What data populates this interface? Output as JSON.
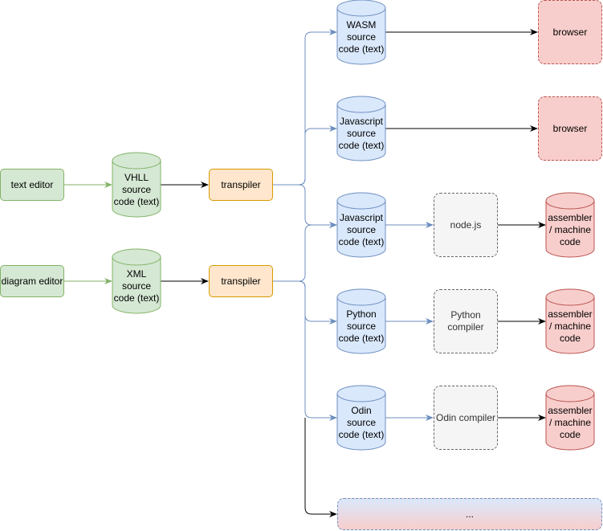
{
  "sources": {
    "text_editor": "text editor",
    "diagram_editor": "diagram editor",
    "vhll_source": "VHLL\nsource\ncode (text)",
    "xml_source": "XML\nsource\ncode (text)",
    "transpiler_1": "transpiler",
    "transpiler_2": "transpiler"
  },
  "targets": {
    "wasm_source": "WASM\nsource\ncode (text)",
    "js_source_browser": "Javascript\nsource\ncode (text)",
    "js_source_node": "Javascript\nsource\ncode (text)",
    "python_source": "Python\nsource\ncode (text)",
    "odin_source": "Odin\nsource\ncode (text)",
    "more": "..."
  },
  "runtimes": {
    "browser_1": "browser",
    "browser_2": "browser",
    "nodejs": "node.js",
    "python_compiler": "Python\ncompiler",
    "odin_compiler": "Odin compiler",
    "asm_1": "assembler\n/ machine\ncode",
    "asm_2": "assembler\n/ machine\ncode",
    "asm_3": "assembler\n/ machine\ncode"
  },
  "colors": {
    "green_fill": "#d5e8d4",
    "green_stroke": "#82b366",
    "blue_fill": "#dae8fc",
    "blue_stroke": "#6c8ebf",
    "red_fill": "#f8cecc",
    "red_stroke": "#b85450",
    "orange_fill": "#ffe6cc",
    "orange_stroke": "#d79b00",
    "grey_fill": "#f5f5f5",
    "grey_stroke": "#666666",
    "arrow_dark": "#000000"
  }
}
